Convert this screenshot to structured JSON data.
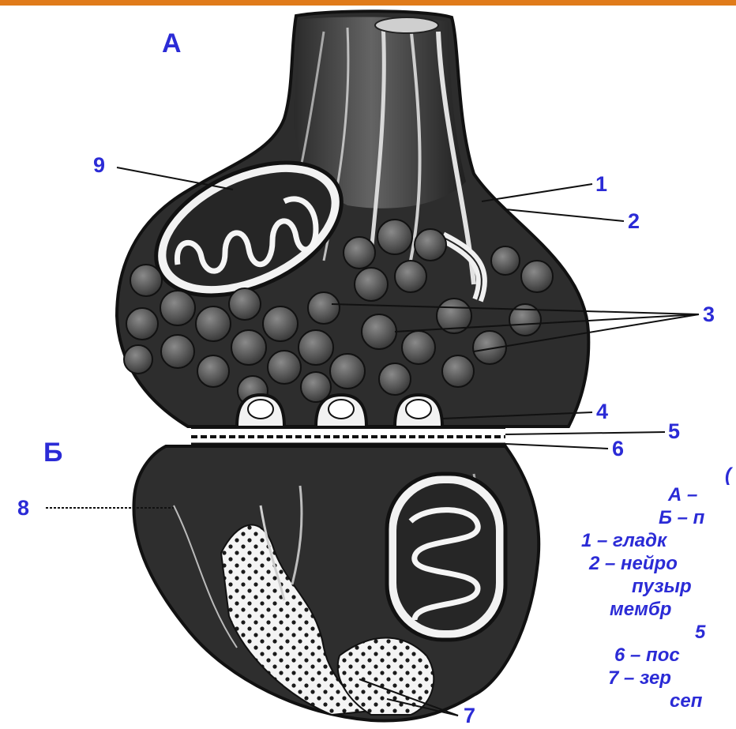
{
  "colors": {
    "accent_bar": "#e07b1a",
    "label": "#2b2bd6",
    "ink": "#1a1a1a"
  },
  "section_labels": {
    "a": "А",
    "b": "Б"
  },
  "numbers": {
    "n1": "1",
    "n2": "2",
    "n3": "3",
    "n4": "4",
    "n5": "5",
    "n6": "6",
    "n7": "7",
    "n8": "8",
    "n9": "9"
  },
  "legend_fragments": [
    "(",
    "А –",
    "Б – п",
    "1 – гладк",
    "2 – нейро",
    "пузыр",
    "мембр",
    "5",
    "6 – пос",
    "7 – зер",
    "сеп"
  ]
}
